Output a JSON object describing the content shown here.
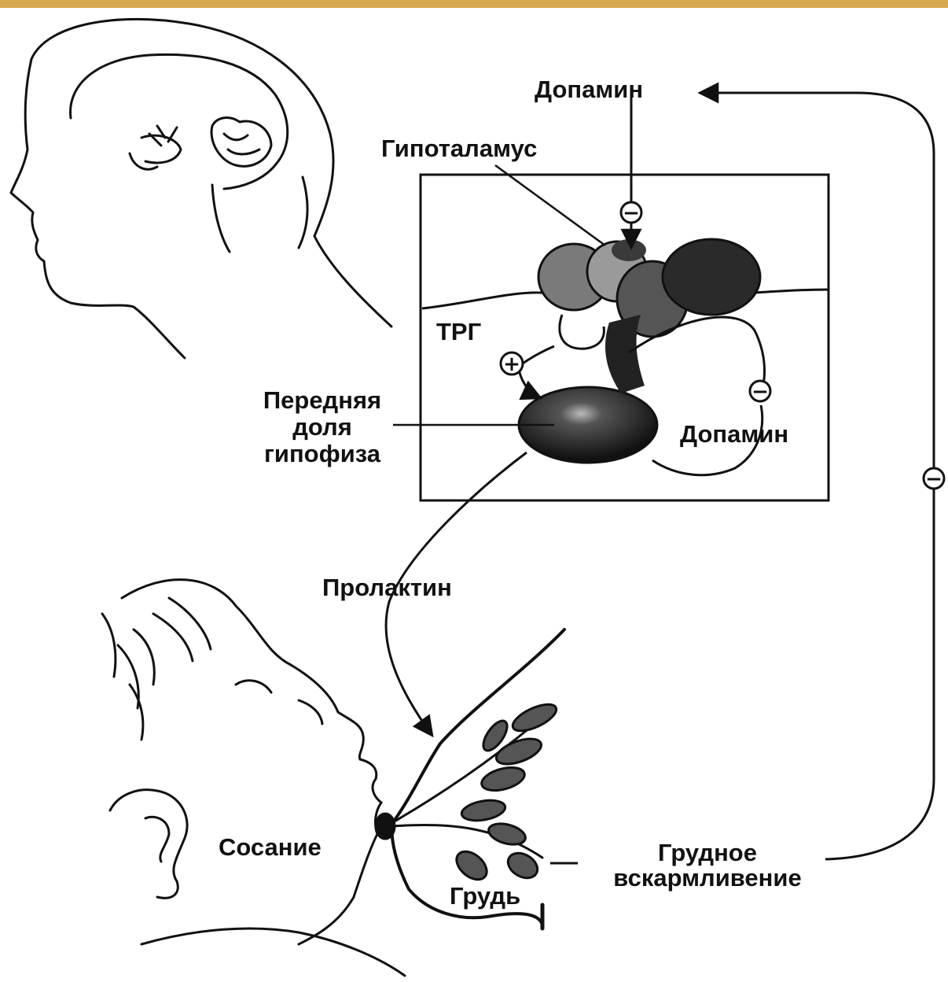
{
  "colors": {
    "top_band": "#d9a94f",
    "ink": "#111111",
    "gland_gray": "#7a7a7a",
    "gland_dark": "#2a2a2a"
  },
  "labels": {
    "dopamine_top": "Допамин",
    "hypothalamus": "Гипоталамус",
    "trg": "ТРГ",
    "anterior_pituitary": [
      "Передняя",
      "доля",
      "гипофиза"
    ],
    "dopamine_right": "Допамин",
    "prolactin": "Пролактин",
    "suckling": "Сосание",
    "breastfeeding": [
      "Грудное",
      "вскармливение"
    ],
    "breast": "Грудь"
  },
  "signs": {
    "hypothalamus_inhibit": "−",
    "trg_stimulate": "+",
    "dopamine_inhibit": "−",
    "feedback_inhibit": "−"
  },
  "icons": {
    "adult_head": "head-profile-icon",
    "infant": "infant-face-icon",
    "breast": "breast-icon"
  }
}
